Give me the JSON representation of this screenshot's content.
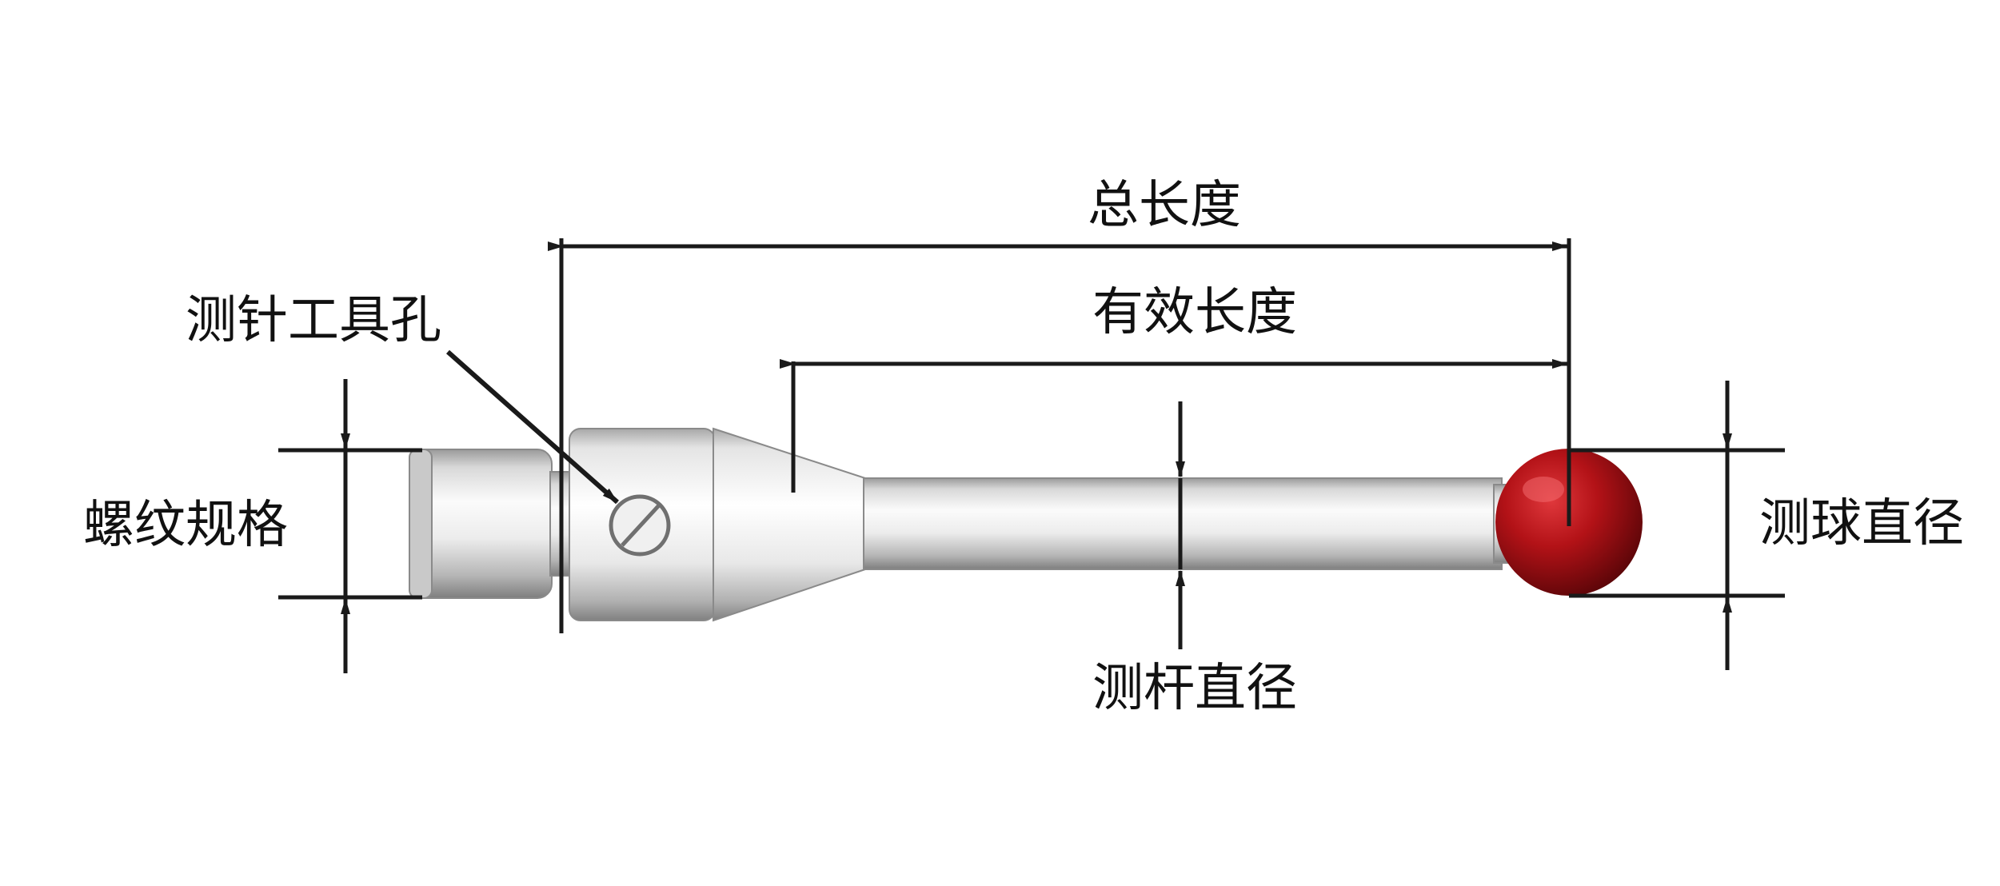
{
  "diagram": {
    "labels": {
      "total_length": "总长度",
      "effective_length": "有效长度",
      "tool_hole": "测针工具孔",
      "thread_spec": "螺纹规格",
      "ball_diameter": "测球直径",
      "stem_diameter": "测杆直径"
    },
    "colors": {
      "line": "#1a1a1a",
      "ball": "#b31217",
      "metal_light": "#f4f4f4",
      "metal_dark": "#8c8c8c"
    }
  }
}
